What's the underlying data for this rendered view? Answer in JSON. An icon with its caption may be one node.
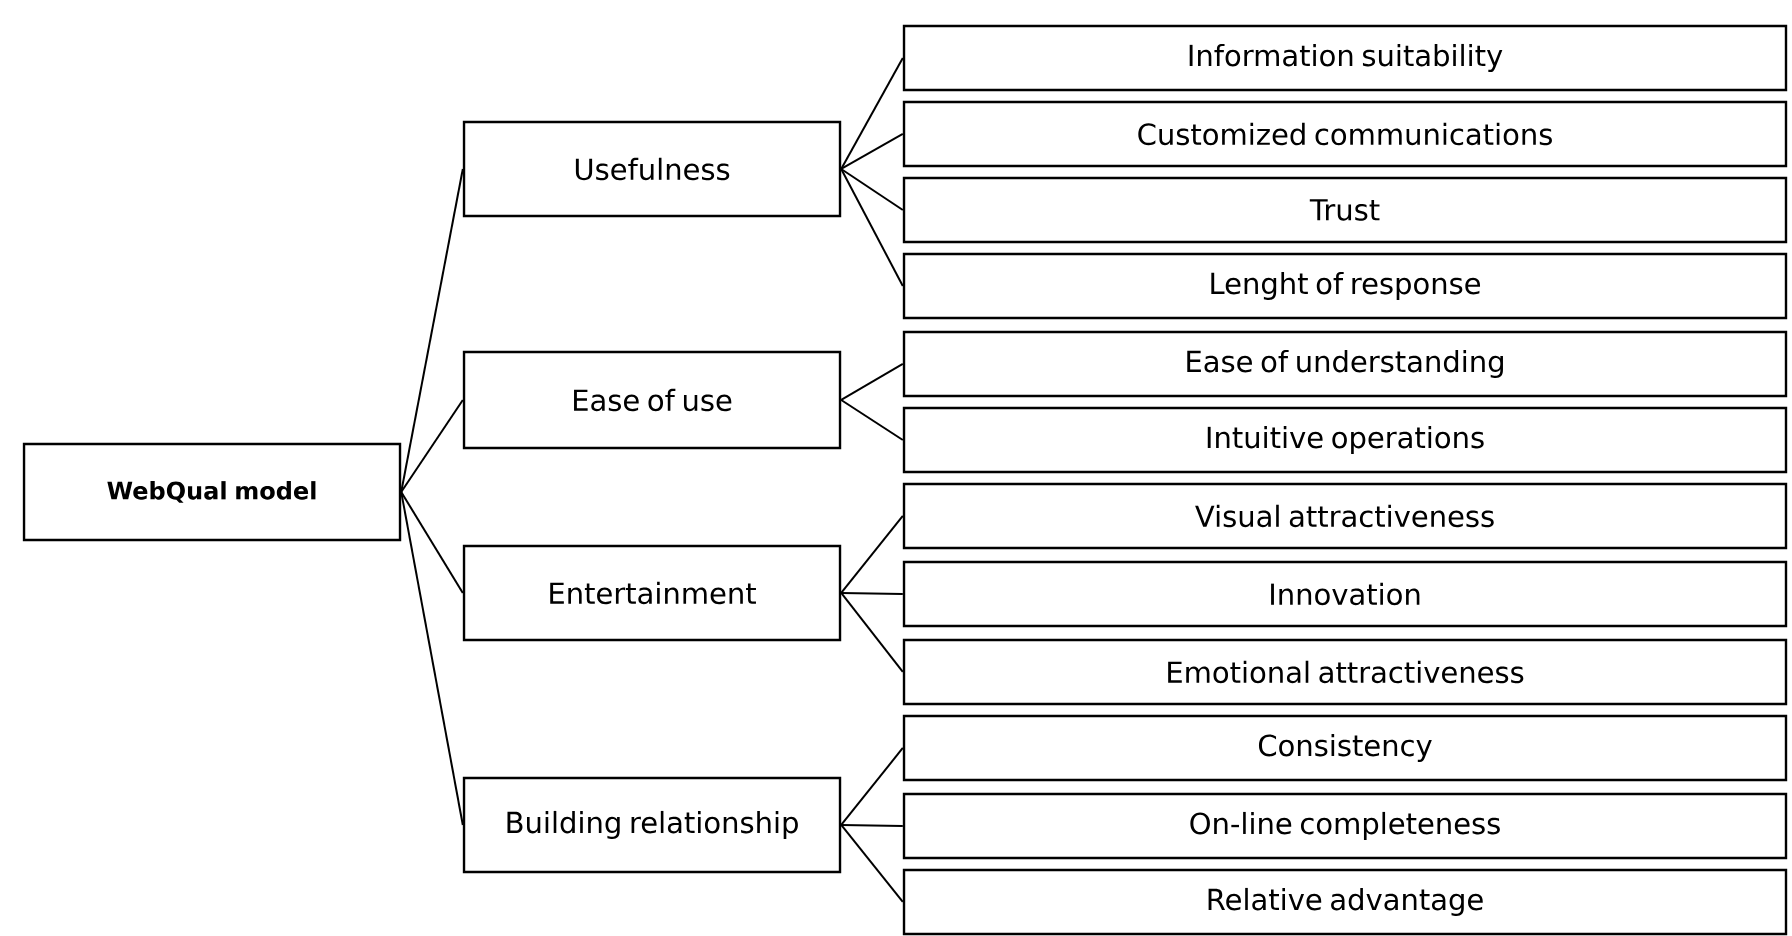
{
  "diagram": {
    "nodes": [
      {
        "text": [
          "WebQual model"
        ]
      },
      {
        "text": [
          "Usefulness"
        ]
      },
      {
        "text": [
          "Information suitability"
        ]
      },
      {
        "text": [
          "Customized communications"
        ]
      },
      {
        "text": [
          "Trust"
        ]
      },
      {
        "text": [
          "Lenght of response"
        ]
      },
      {
        "text": [
          "Ease of use"
        ]
      },
      {
        "text": [
          "Ease of understanding"
        ]
      },
      {
        "text": [
          "Intuitive operations"
        ]
      },
      {
        "text": [
          "Entertainment"
        ]
      },
      {
        "text": [
          "Visual attractiveness"
        ]
      },
      {
        "text": [
          "Innovation"
        ]
      },
      {
        "text": [
          "Emotional attractiveness"
        ]
      },
      {
        "text": [
          "Building relationship"
        ]
      },
      {
        "text": [
          "Consistency"
        ]
      },
      {
        "text": [
          "On-line completeness"
        ]
      },
      {
        "text": [
          "Relative advantage"
        ]
      }
    ],
    "edges": [
      {
        "from": 0,
        "to": 1,
        "arrow": "none"
      },
      {
        "from": 0,
        "to": 6,
        "arrow": "none"
      },
      {
        "from": 0,
        "to": 9,
        "arrow": "none"
      },
      {
        "from": 0,
        "to": 13,
        "arrow": "none"
      },
      {
        "from": 1,
        "to": 2,
        "arrow": "none"
      },
      {
        "from": 1,
        "to": 3,
        "arrow": "none"
      },
      {
        "from": 1,
        "to": 4,
        "arrow": "none"
      },
      {
        "from": 1,
        "to": 5,
        "arrow": "none"
      },
      {
        "from": 6,
        "to": 7,
        "arrow": "none"
      },
      {
        "from": 6,
        "to": 8,
        "arrow": "none"
      },
      {
        "from": 9,
        "to": 10,
        "arrow": "none"
      },
      {
        "from": 9,
        "to": 11,
        "arrow": "none"
      },
      {
        "from": 9,
        "to": 12,
        "arrow": "none"
      },
      {
        "from": 13,
        "to": 14,
        "arrow": "none"
      },
      {
        "from": 13,
        "to": 15,
        "arrow": "none"
      },
      {
        "from": 13,
        "to": 16,
        "arrow": "none"
      }
    ]
  }
}
